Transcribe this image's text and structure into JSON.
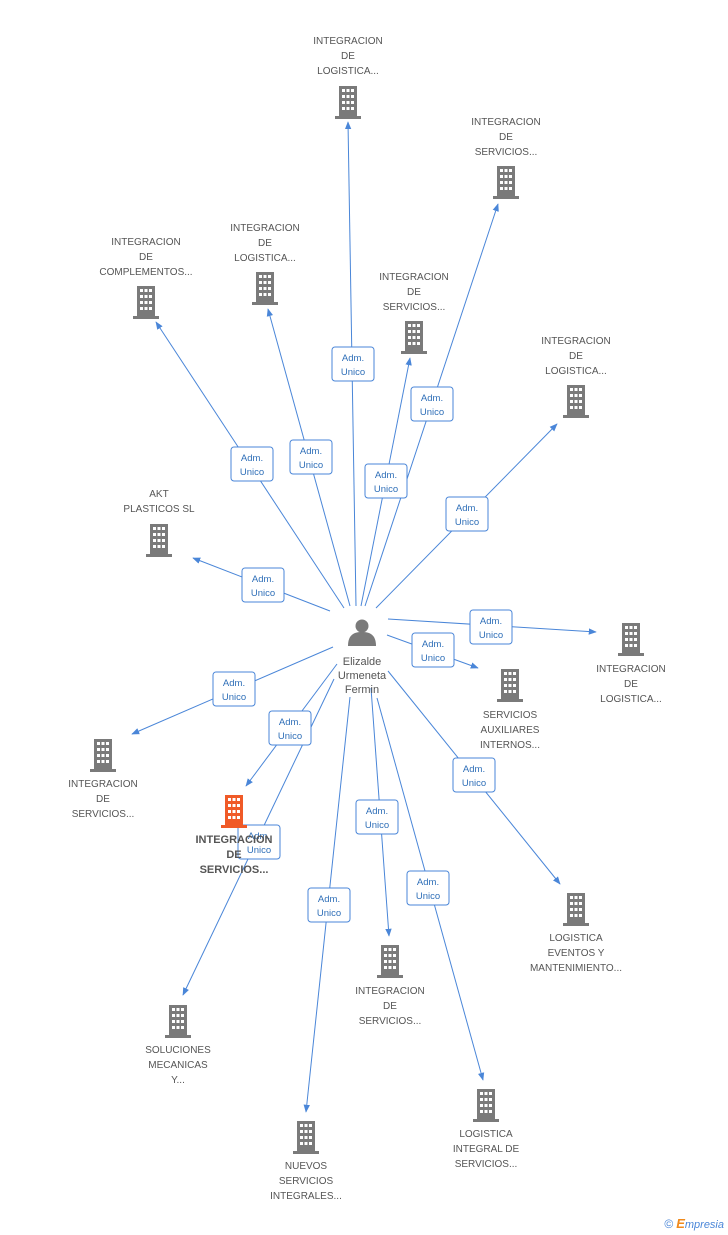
{
  "center": {
    "name_lines": [
      "Elizalde",
      "Urmeneta",
      "Fermin"
    ],
    "icon": "person-icon"
  },
  "colors": {
    "edge": "#4a86d8",
    "building": "#7a7a7a",
    "highlight_building": "#f05a28",
    "badge_text": "#2f6fb8"
  },
  "badge": {
    "line1": "Adm.",
    "line2": "Unico"
  },
  "nodes": [
    {
      "id": "n1",
      "lines": [
        "INTEGRACION",
        "DE",
        "LOGISTICA..."
      ],
      "icon": "building-icon"
    },
    {
      "id": "n2",
      "lines": [
        "INTEGRACION",
        "DE",
        "SERVICIOS..."
      ],
      "icon": "building-icon"
    },
    {
      "id": "n3",
      "lines": [
        "INTEGRACION",
        "DE",
        "COMPLEMENTOS..."
      ],
      "icon": "building-icon"
    },
    {
      "id": "n4",
      "lines": [
        "INTEGRACION",
        "DE",
        "LOGISTICA..."
      ],
      "icon": "building-icon"
    },
    {
      "id": "n5",
      "lines": [
        "INTEGRACION",
        "DE",
        "SERVICIOS..."
      ],
      "icon": "building-icon"
    },
    {
      "id": "n6",
      "lines": [
        "INTEGRACION",
        "DE",
        "LOGISTICA..."
      ],
      "icon": "building-icon"
    },
    {
      "id": "n7",
      "lines": [
        "AKT",
        "PLASTICOS SL"
      ],
      "icon": "building-icon"
    },
    {
      "id": "n8",
      "lines": [
        "INTEGRACION",
        "DE",
        "LOGISTICA..."
      ],
      "icon": "building-icon"
    },
    {
      "id": "n9",
      "lines": [
        "SERVICIOS",
        "AUXILIARES",
        "INTERNOS..."
      ],
      "icon": "building-icon"
    },
    {
      "id": "n10",
      "lines": [
        "INTEGRACION",
        "DE",
        "SERVICIOS..."
      ],
      "icon": "building-icon"
    },
    {
      "id": "n11",
      "lines": [
        "INTEGRACION",
        "DE",
        "SERVICIOS..."
      ],
      "icon": "building-icon",
      "highlight": true
    },
    {
      "id": "n12",
      "lines": [
        "LOGISTICA",
        "EVENTOS Y",
        "MANTENIMIENTO..."
      ],
      "icon": "building-icon"
    },
    {
      "id": "n13",
      "lines": [
        "INTEGRACION",
        "DE",
        "SERVICIOS..."
      ],
      "icon": "building-icon"
    },
    {
      "id": "n14",
      "lines": [
        "SOLUCIONES",
        "MECANICAS",
        "Y..."
      ],
      "icon": "building-icon"
    },
    {
      "id": "n15",
      "lines": [
        "LOGISTICA",
        "INTEGRAL DE",
        "SERVICIOS..."
      ],
      "icon": "building-icon"
    },
    {
      "id": "n16",
      "lines": [
        "NUEVOS",
        "SERVICIOS",
        "INTEGRALES..."
      ],
      "icon": "building-icon"
    }
  ],
  "footer": {
    "copyright": "©",
    "brand_first": "E",
    "brand_rest": "mpresia"
  }
}
